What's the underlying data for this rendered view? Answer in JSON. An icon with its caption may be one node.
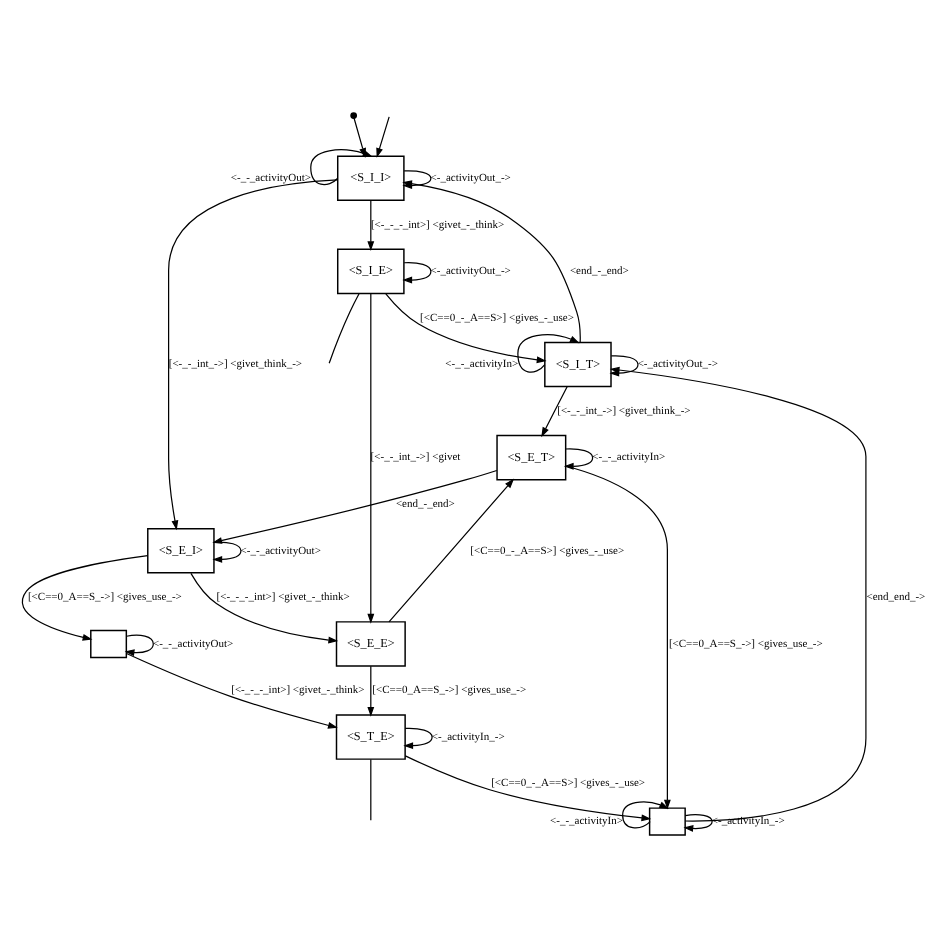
{
  "diagram": {
    "nodes": [
      {
        "text": [],
        "shape": "point"
      },
      {
        "text": [
          "<S_I_I>"
        ]
      },
      {
        "text": [
          "<S_I_E>"
        ]
      },
      {
        "text": [
          "<S_I_T>"
        ]
      },
      {
        "text": [
          "<S_E_T>"
        ]
      },
      {
        "text": [],
        "shape": "box"
      },
      {
        "text": [
          "<S_E_I>"
        ]
      },
      {
        "text": [
          "<S_E_E>"
        ]
      },
      {
        "text": [],
        "shape": "box"
      },
      {
        "text": [
          "<S_T_E>"
        ]
      }
    ],
    "edges": [
      {
        "from": 0,
        "to": 1,
        "arrow": "to"
      },
      {
        "from": null,
        "to": 1,
        "arrow": "to"
      },
      {
        "from": 1,
        "to": 1,
        "arrow": "to",
        "label": "<-_activityOut_->"
      },
      {
        "from": 1,
        "to": 1,
        "arrow": "to",
        "label": "<-_-_activityOut>"
      },
      {
        "from": 1,
        "to": 2,
        "arrow": "to",
        "label": "[<-_-_-_int>] <givet_-_think>"
      },
      {
        "from": 2,
        "to": 2,
        "arrow": "to",
        "label": "<-_activityOut_->"
      },
      {
        "from": 2,
        "to": null,
        "arrow": "none"
      },
      {
        "from": 3,
        "to": 1,
        "arrow": "to",
        "label": "<end_-_end>"
      },
      {
        "from": 2,
        "to": 3,
        "arrow": "to",
        "label": "[<C==0_-_A==S>] <gives_-_use>"
      },
      {
        "from": 3,
        "to": 3,
        "arrow": "to",
        "label": "<-_activityOut_->"
      },
      {
        "from": 3,
        "to": 3,
        "arrow": "to",
        "label": "<-_-_activityIn>"
      },
      {
        "from": 1,
        "to": 6,
        "arrow": "to",
        "label": "[<-_-_int_->] <givet_think_->"
      },
      {
        "from": 3,
        "to": 4,
        "arrow": "to",
        "label": "[<-_-_int_->] <givet_think_->"
      },
      {
        "from": 2,
        "to": 7,
        "arrow": "to",
        "label": "[<-_-_int_->] <givet"
      },
      {
        "from": 5,
        "to": 3,
        "arrow": "to",
        "label": "<end_end_->"
      },
      {
        "from": 4,
        "to": 4,
        "arrow": "to",
        "label": "<-_-_activityIn>"
      },
      {
        "from": 4,
        "to": 5,
        "arrow": "to",
        "label": "[<C==0_A==S_->] <gives_use_->"
      },
      {
        "from": 4,
        "to": 6,
        "arrow": "to",
        "label": "<end_-_end>"
      },
      {
        "from": 7,
        "to": 4,
        "arrow": "to",
        "label": "[<C==0_-_A==S>] <gives_-_use>"
      },
      {
        "from": 5,
        "to": 5,
        "arrow": "to",
        "label": "<-_activityIn_->"
      },
      {
        "from": 5,
        "to": 5,
        "arrow": "to",
        "label": "<-_-_activityIn>"
      },
      {
        "from": 6,
        "to": 6,
        "arrow": "to",
        "label": "<-_-_activityOut>"
      },
      {
        "from": 6,
        "to": 8,
        "arrow": "to",
        "label": "[<C==0_A==S_->] <gives_use_->"
      },
      {
        "from": 6,
        "to": 7,
        "arrow": "to",
        "label": "[<-_-_-_int>] <givet_-_think>"
      },
      {
        "from": 8,
        "to": 8,
        "arrow": "to",
        "label": "<-_-_activityOut>"
      },
      {
        "from": 9,
        "to": 5,
        "arrow": "to",
        "label": "[<C==0_-_A==S>] <gives_-_use>"
      },
      {
        "from": 7,
        "to": 9,
        "arrow": "to",
        "label": "[<C==0_A==S_->] <gives_use_->"
      },
      {
        "from": 8,
        "to": 9,
        "arrow": "to",
        "label": "[<-_-_-_int>] <givet_-_think>"
      },
      {
        "from": 9,
        "to": 9,
        "arrow": "to",
        "label": "<-_activityIn_->"
      },
      {
        "from": 9,
        "to": null,
        "arrow": "none"
      }
    ]
  }
}
